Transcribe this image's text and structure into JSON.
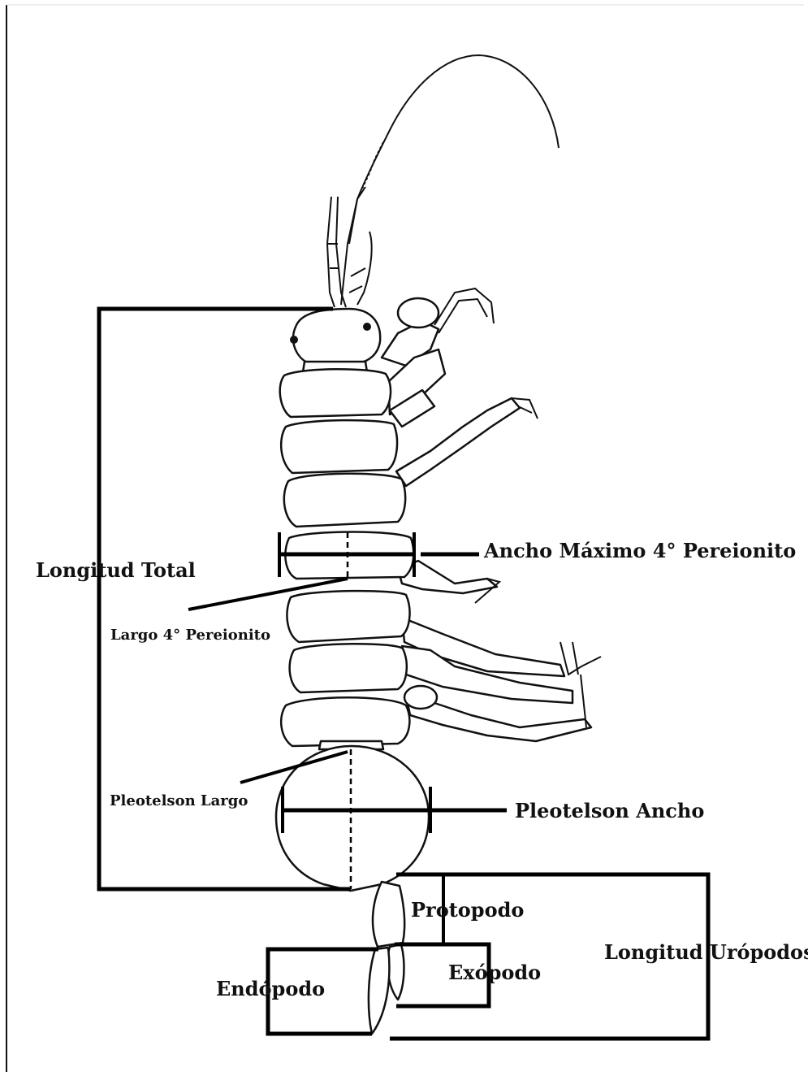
{
  "labels": {
    "longitud_total": "Longitud Total",
    "ancho_maximo": "Ancho Máximo 4° Pereionito",
    "largo_pereionito": "Largo 4° Pereionito",
    "pleotelson_largo": "Pleotelson Largo",
    "pleotelson_ancho": "Pleotelson Ancho",
    "protopodo": "Protopodo",
    "longitud_uropodos": "Longitud Urópodos",
    "exopodo": "Exópodo",
    "endopodo": "Endópodo"
  }
}
